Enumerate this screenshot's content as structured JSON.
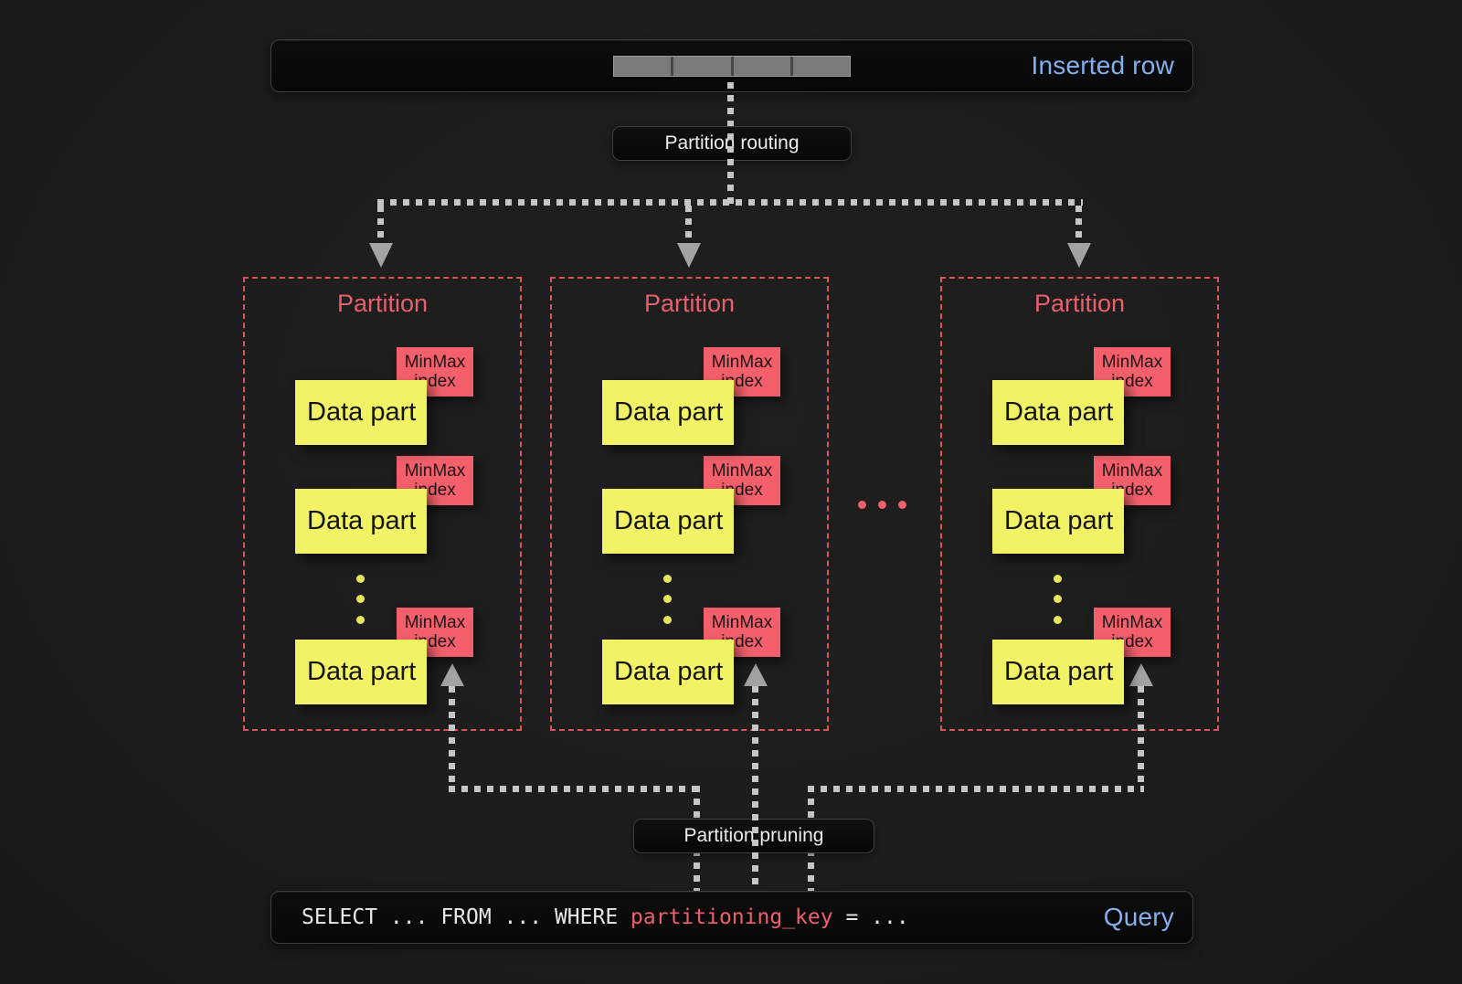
{
  "colors": {
    "bg": "#1d1d1d",
    "panel-border": "#3f3f3f",
    "label-text": "#ececec",
    "blue": "#84b0ef",
    "red-title": "#e95f6e",
    "red-border": "#d85659",
    "pink": "#f3606c",
    "pink-text": "#1f1416",
    "yellow": "#f2f266",
    "yellow-text": "#141414",
    "yellow-dot": "#e8e75c",
    "ellipsis-red": "#ef606b",
    "line-gray": "#c6c6c6",
    "arrow-gray": "#a3a3a3",
    "bar-fill": "#7a7a7a",
    "bar-sep": "#474747",
    "bar-border": "#9d9d9d",
    "mono-text": "#e8e8e8",
    "keyword-red": "#ee5f6d"
  },
  "inserted_row": {
    "label": "Inserted row",
    "segment_count": 4
  },
  "routing": {
    "label": "Partition routing"
  },
  "pruning": {
    "label": "Partition pruning"
  },
  "labels": {
    "data_part": "Data part",
    "minmax": [
      "MinMax",
      "index"
    ]
  },
  "partitions": [
    {
      "title": "Partition"
    },
    {
      "title": "Partition"
    },
    {
      "title": "Partition"
    }
  ],
  "query": {
    "segments": [
      {
        "text": "SELECT ... FROM ... WHERE "
      },
      {
        "text": "partitioning_key"
      },
      {
        "text": " = ..."
      }
    ],
    "label": "Query"
  }
}
